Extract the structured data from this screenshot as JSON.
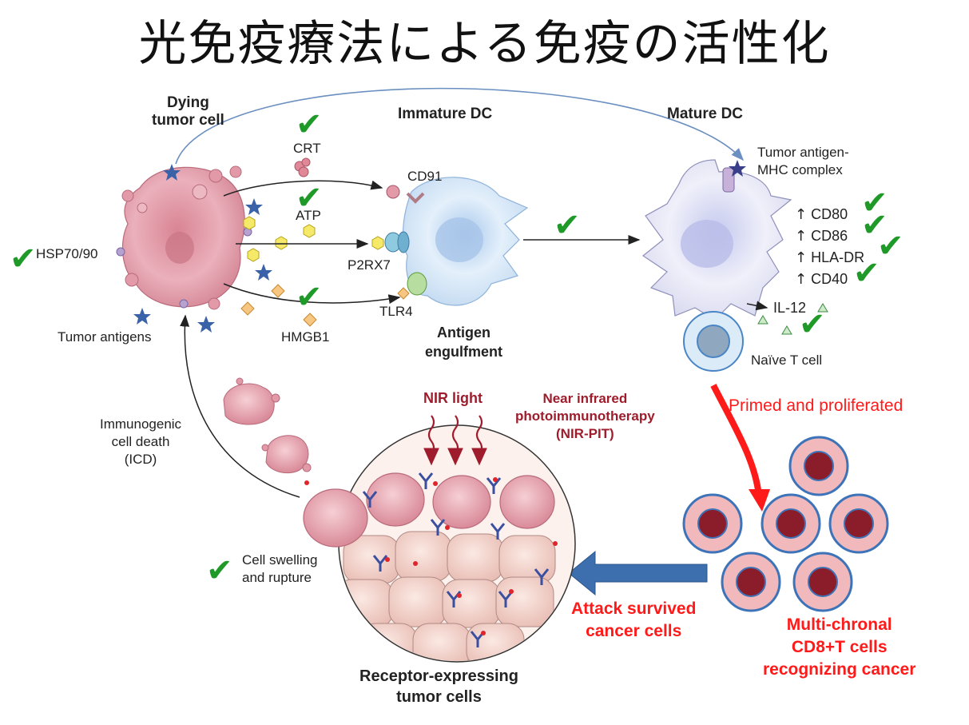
{
  "title": "光免疫療法による免疫の活性化",
  "stages": {
    "dying_tumor_cell": "Dying\ntumor cell",
    "immature_dc": "Immature DC",
    "mature_dc": "Mature DC",
    "antigen_engulfment": "Antigen\nengulfment",
    "receptor_expressing": "Receptor-expressing\ntumor cells"
  },
  "molecules": {
    "crt": "CRT",
    "atp": "ATP",
    "hmgb1": "HMGB1",
    "cd91": "CD91",
    "p2rx7": "P2RX7",
    "tlr4": "TLR4",
    "hsp": "HSP70/90",
    "tumor_antigens": "Tumor  antigens",
    "mhc": "Tumor antigen-\nMHC complex",
    "il12": "IL-12",
    "naive_t": "Naïve  T cell"
  },
  "markers": [
    {
      "arrow": "↑",
      "label": "CD80"
    },
    {
      "arrow": "↑",
      "label": "CD86"
    },
    {
      "arrow": "↑",
      "label": "HLA-DR"
    },
    {
      "arrow": "↑",
      "label": "CD40"
    }
  ],
  "icd": "Immunogenic\ncell death\n(ICD)",
  "nir_light": "NIR light",
  "nir_pit": "Near infrared\nphotoimmunotherapy\n(NIR-PIT)",
  "cell_swelling": "Cell swelling\nand rupture",
  "primed": "Primed and proliferated",
  "attack": "Attack survived\ncancer cells",
  "multichronal": "Multi-chronal\nCD8+T cells\nrecognizing cancer",
  "check_symbol": "✔",
  "colors": {
    "check": "#1f9a28",
    "red_text": "#ff1a1a",
    "dark_red_text": "#9e1c2c",
    "tumor_cell": "#e7a3b0",
    "dc_immature": "#cfe3f5",
    "dc_mature": "#e3e3f5",
    "t_cell_outer": "#f2b9bd",
    "t_cell_nucleus": "#8b1c2a",
    "t_cell_border": "#3d73b8",
    "attack_arrow": "#3d6fae"
  }
}
